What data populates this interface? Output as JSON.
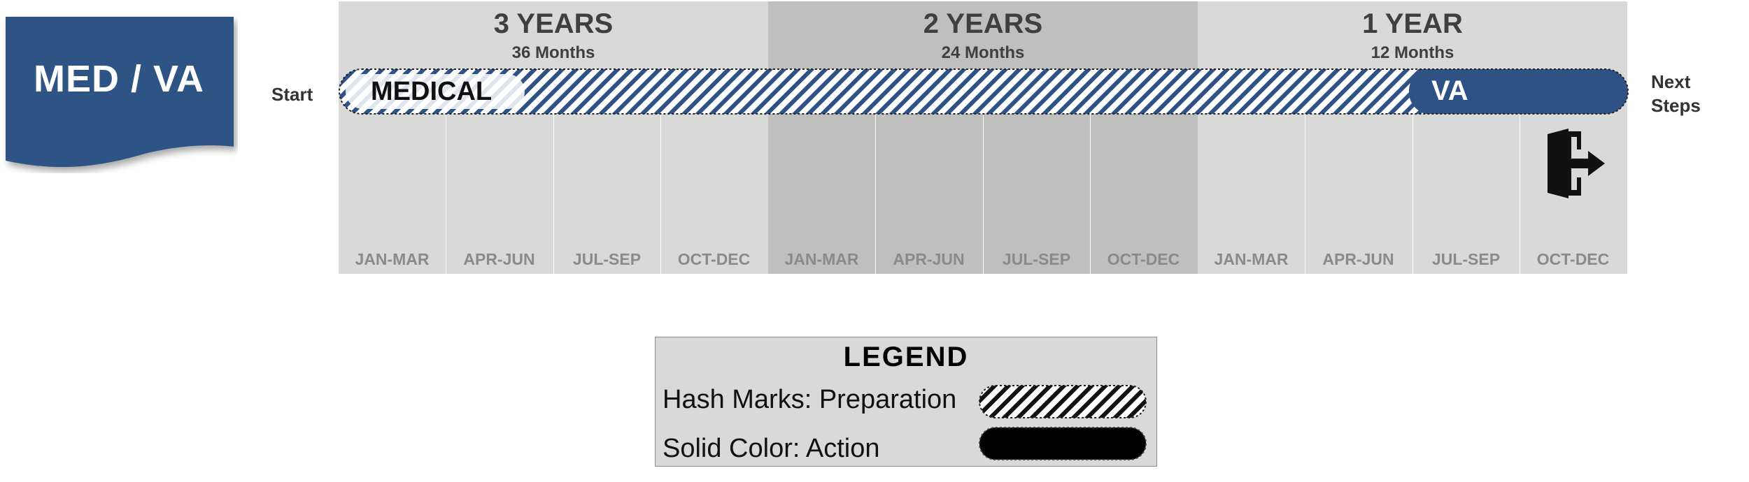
{
  "title": {
    "text": "MED / VA"
  },
  "labels": {
    "start": "Start",
    "next_line1": "Next",
    "next_line2": "Steps"
  },
  "periods": [
    {
      "heading": "3 YEARS",
      "sub": "36 Months"
    },
    {
      "heading": "2 YEARS",
      "sub": "24 Months"
    },
    {
      "heading": "1 YEAR",
      "sub": "12 Months"
    }
  ],
  "quarters": [
    "JAN-MAR",
    "APR-JUN",
    "JUL-SEP",
    "OCT-DEC",
    "JAN-MAR",
    "APR-JUN",
    "JUL-SEP",
    "OCT-DEC",
    "JAN-MAR",
    "APR-JUN",
    "JUL-SEP",
    "OCT-DEC"
  ],
  "bar": {
    "medical_label": "MEDICAL",
    "va_label": "VA"
  },
  "legend": {
    "title": "LEGEND",
    "hash_label": "Hash Marks: Preparation",
    "solid_label": "Solid Color: Action"
  },
  "colors": {
    "brand_blue": "#2e5285",
    "panel_light": "#d9d9d9",
    "panel_dark": "#bfbfbf",
    "quarter_text": "#8a8a8a"
  },
  "icons": {
    "next_steps": "exit-door-icon"
  }
}
